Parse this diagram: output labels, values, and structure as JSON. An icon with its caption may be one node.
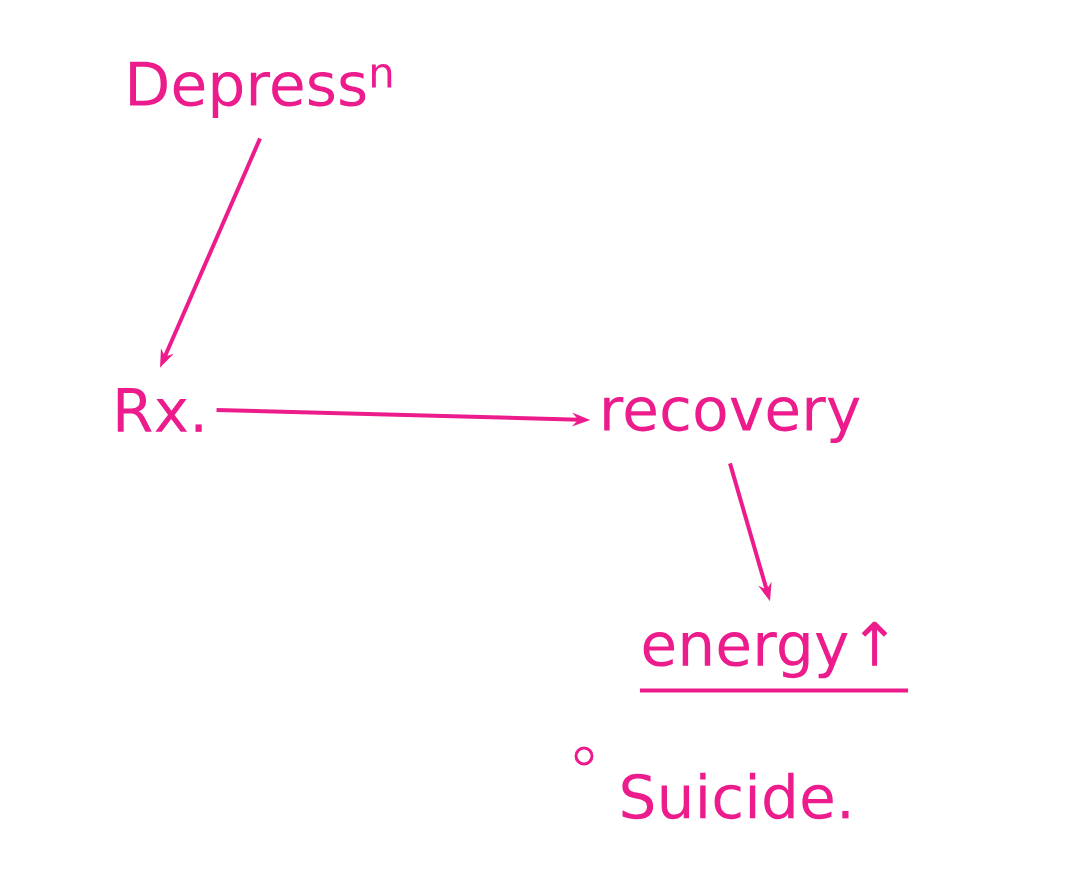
{
  "diagram": {
    "nodes": [
      {
        "text": [
          "Depress$^{n}$"
        ]
      },
      {
        "text": [
          "Rx."
        ]
      },
      {
        "text": [
          "recovery"
        ]
      },
      {
        "text": [
          "energy↑"
        ]
      }
    ],
    "edges": [
      {
        "from": 0,
        "to": 1,
        "arrow": "to"
      },
      {
        "from": 1,
        "to": 2,
        "arrow": "to"
      },
      {
        "from": 2,
        "to": 3,
        "arrow": "to"
      }
    ],
    "labels": [
      "Suicide."
    ]
  }
}
